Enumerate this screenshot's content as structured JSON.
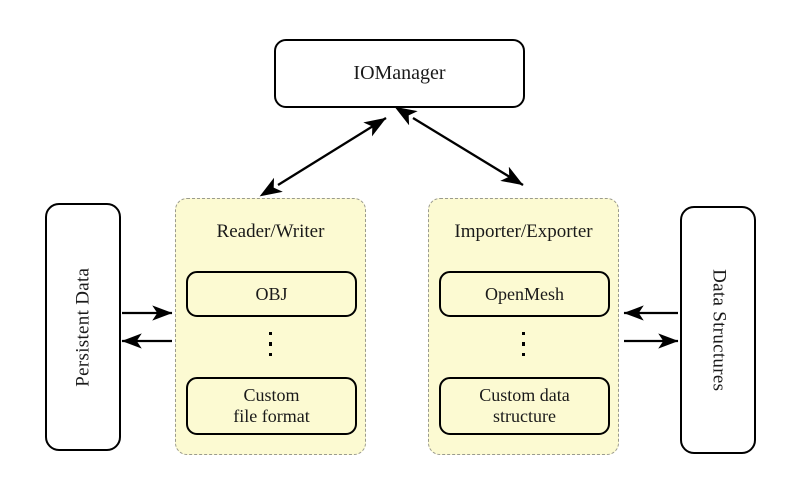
{
  "diagram": {
    "title_node": {
      "label": "IOManager"
    },
    "left_endpoint": {
      "label": "Persistent Data",
      "orientation": "rotated-ccw"
    },
    "right_endpoint": {
      "label": "Data Structures",
      "orientation": "rotated-cw"
    },
    "panels": [
      {
        "id": "reader-writer",
        "title": "Reader/Writer",
        "items": [
          {
            "label": "OBJ"
          },
          {
            "label": "Custom\nfile format",
            "line1": "Custom",
            "line2": "file format"
          }
        ],
        "ellipsis": "⋮"
      },
      {
        "id": "importer-exporter",
        "title": "Importer/Exporter",
        "items": [
          {
            "label": "OpenMesh"
          },
          {
            "label": "Custom data\nstructure",
            "line1": "Custom data",
            "line2": "structure"
          }
        ],
        "ellipsis": "⋮"
      }
    ],
    "connectors": [
      {
        "name": "iomanager-to-reader-writer",
        "style": "double-headed-diagonal"
      },
      {
        "name": "iomanager-to-importer-exporter",
        "style": "double-headed-diagonal"
      },
      {
        "name": "persistent-data-to-reader-writer",
        "style": "single-arrow-right"
      },
      {
        "name": "reader-writer-to-persistent-data",
        "style": "single-arrow-left"
      },
      {
        "name": "data-structures-to-importer-exporter",
        "style": "single-arrow-left"
      },
      {
        "name": "importer-exporter-to-data-structures",
        "style": "single-arrow-right"
      }
    ],
    "colors": {
      "panel_fill": "#fcfad2",
      "panel_border": "#9b9b8e",
      "node_border": "#000000",
      "node_fill": "#ffffff",
      "background": "#ffffff"
    }
  }
}
